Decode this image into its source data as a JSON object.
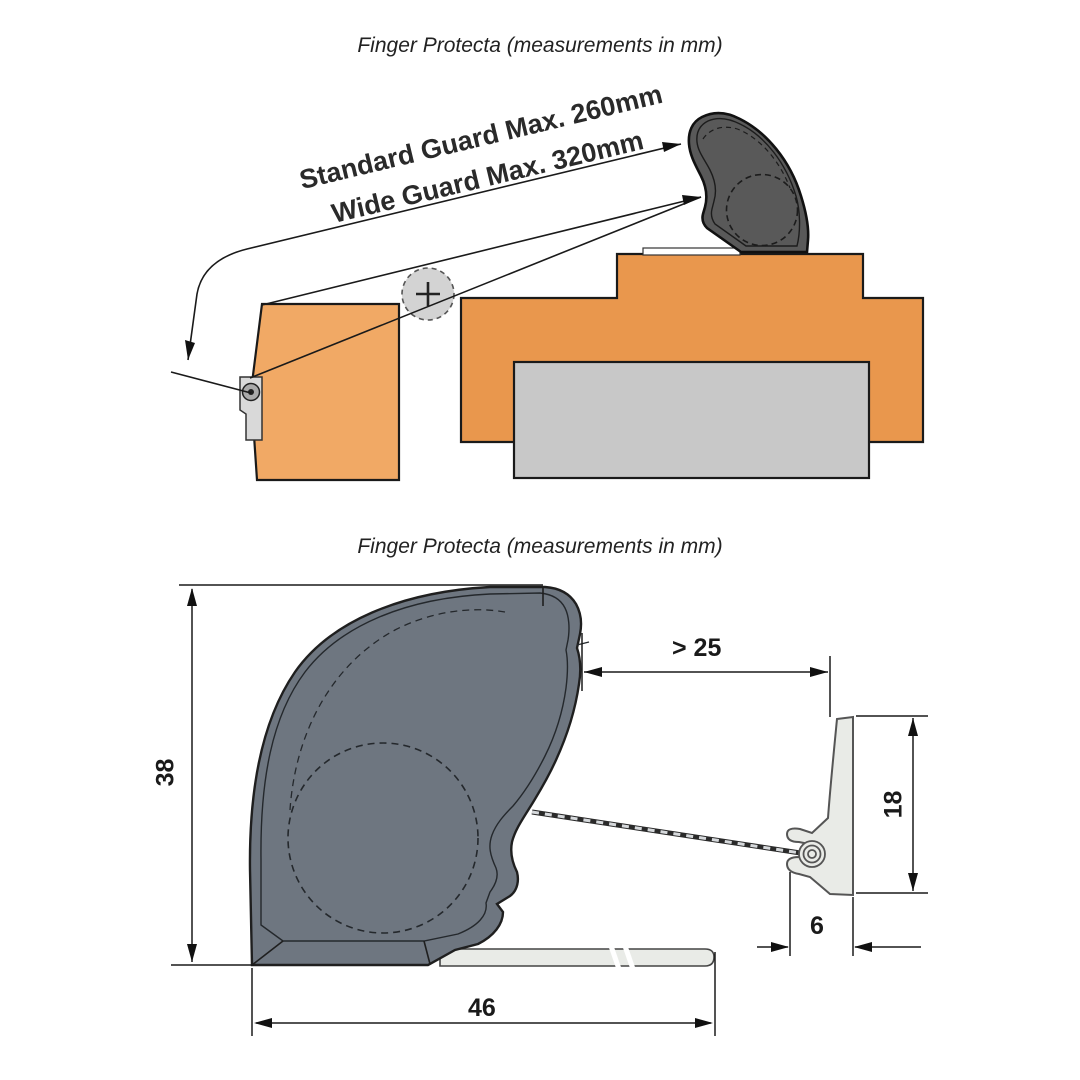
{
  "titles": {
    "top": "Finger Protecta (measurements in mm)",
    "bottom": "Finger Protecta (measurements in mm)"
  },
  "top_diagram": {
    "label_line1": "Standard Guard Max. 260mm",
    "label_line2": "Wide Guard Max. 320mm",
    "hinge_pin_symbol": "+"
  },
  "bottom_diagram": {
    "dims": {
      "height": "38",
      "gap": "> 25",
      "keeper_height": "18",
      "keeper_offset": "6",
      "base_width": "46"
    }
  },
  "icons": {
    "plus_icon": "hinge-pin center mark",
    "arrowheads": "dimension arrowheads"
  },
  "colors": {
    "door_orange": "#f1a965",
    "frame_orange": "#e9974d",
    "panel_gray": "#c8c8c8",
    "pin_gray": "#d3d3d3",
    "guard_dark": "#595959",
    "guard_gray": "#6e7680",
    "keeper_gray": "#e9ebe7",
    "line_dark": "#1a1a1a"
  }
}
